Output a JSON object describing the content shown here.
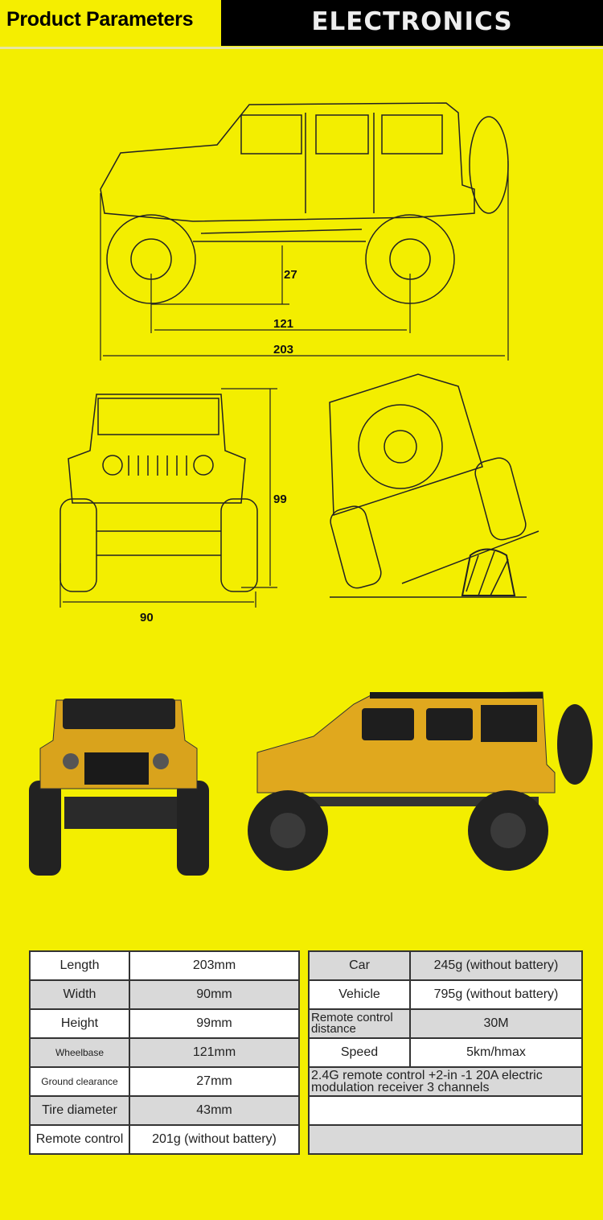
{
  "header": {
    "title": "Product Parameters",
    "banner": "ELECTRONICS"
  },
  "dimensions": {
    "ground_clearance": "27",
    "wheelbase": "121",
    "length": "203",
    "height": "99",
    "width": "90"
  },
  "specs_left": [
    {
      "label": "Length",
      "value": "203mm"
    },
    {
      "label": "Width",
      "value": "90mm"
    },
    {
      "label": "Height",
      "value": "99mm"
    },
    {
      "label": "Wheelbase",
      "value": "121mm"
    },
    {
      "label": "Ground clearance",
      "value": "27mm"
    },
    {
      "label": "Tire diameter",
      "value": "43mm"
    },
    {
      "label": "Remote control",
      "value": "201g (without battery)"
    }
  ],
  "specs_right": [
    {
      "label": "Car",
      "value": "245g (without battery)"
    },
    {
      "label": "Vehicle",
      "value": "795g (without battery)"
    },
    {
      "label": "Remote control distance",
      "value": "30M"
    },
    {
      "label": "Speed",
      "value": "5km/hmax"
    }
  ],
  "specs_note": "2.4G remote control +2-in -1 20A electric modulation receiver 3 channels",
  "colors": {
    "background": "#f3ee00",
    "car_body": "#e0a81e"
  }
}
